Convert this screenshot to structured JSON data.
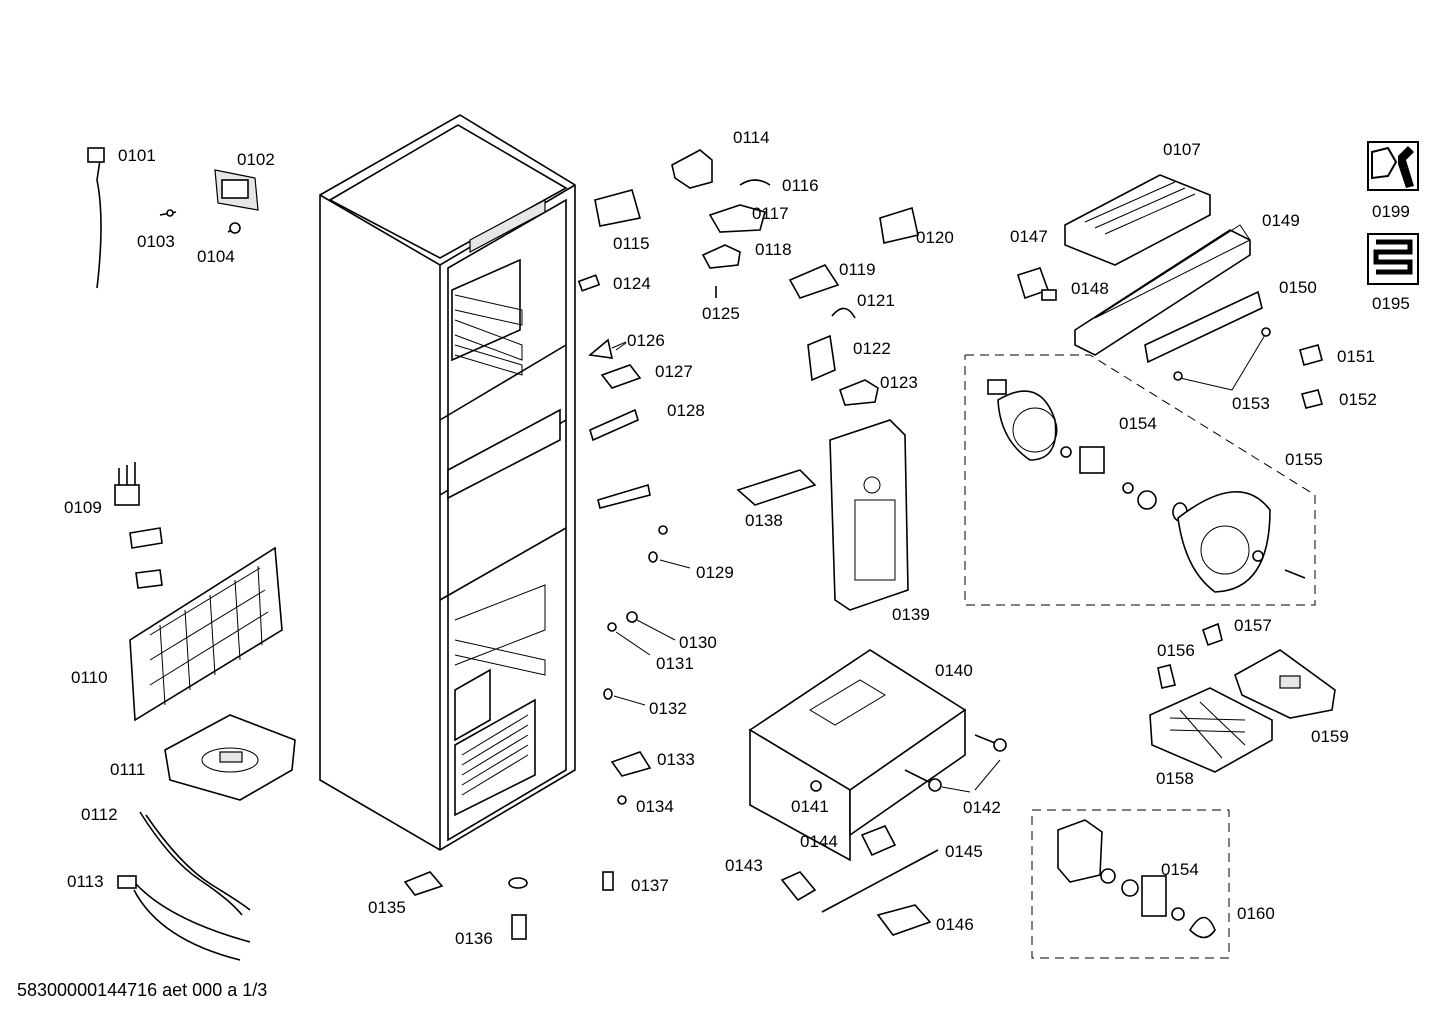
{
  "parts": [
    "0101",
    "0102",
    "0103",
    "0104",
    "0107",
    "0109",
    "0110",
    "0111",
    "0112",
    "0113",
    "0114",
    "0115",
    "0116",
    "0117",
    "0118",
    "0119",
    "0120",
    "0121",
    "0122",
    "0123",
    "0124",
    "0125",
    "0126",
    "0127",
    "0128",
    "0129",
    "0130",
    "0131",
    "0132",
    "0133",
    "0134",
    "0135",
    "0136",
    "0137",
    "0138",
    "0139",
    "0140",
    "0141",
    "0142",
    "0143",
    "0144",
    "0145",
    "0146",
    "0147",
    "0148",
    "0149",
    "0150",
    "0151",
    "0152",
    "0153",
    "0154",
    "0155",
    "0156",
    "0157",
    "0158",
    "0159",
    "0160",
    "0154",
    "0199",
    "0195"
  ],
  "footer": "58300000144716 aet 000 a 1/3",
  "icons": [
    "wrench-nut-icon",
    "heating-coil-icon"
  ]
}
